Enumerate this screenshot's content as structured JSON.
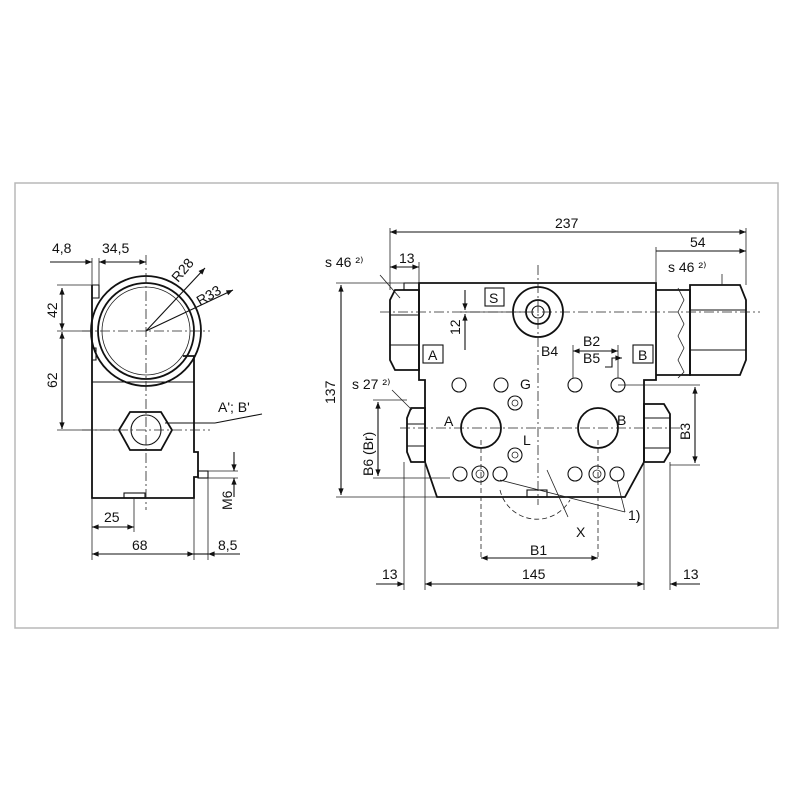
{
  "side_view": {
    "dim_4_8": "4,8",
    "dim_34_5": "34,5",
    "dim_R28": "R28",
    "dim_R33": "R33",
    "dim_42": "42",
    "dim_62": "62",
    "dim_A_B": "A'; B'",
    "dim_M6": "M6",
    "dim_25": "25",
    "dim_68": "68",
    "dim_8_5": "8,5"
  },
  "front_view": {
    "dim_237": "237",
    "dim_54": "54",
    "dim_s46_left": "s 46 ²⁾",
    "dim_s46_right": "s 46 ²⁾",
    "dim_13_top": "13",
    "dim_137": "137",
    "dim_s27": "s 27 ²⁾",
    "dim_B6": "B6 (Br)",
    "dim_B3": "B3",
    "dim_B1": "B1",
    "dim_13_left": "13",
    "dim_145": "145",
    "dim_13_right": "13",
    "port_S": "S",
    "port_A_box": "A",
    "port_B_box": "B",
    "port_B4": "B4",
    "port_B2": "B2",
    "port_B5": "B5",
    "port_G": "G",
    "port_A": "A",
    "port_B": "B",
    "port_L": "L",
    "label_X": "X",
    "note_1": "1)"
  }
}
